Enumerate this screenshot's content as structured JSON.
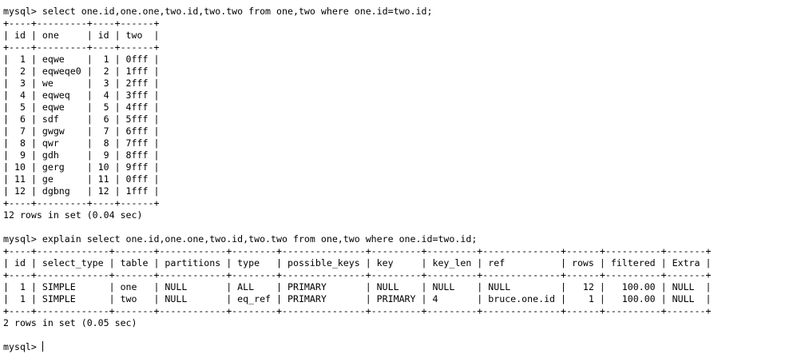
{
  "terminal": {
    "prompt": "mysql> ",
    "blocks": [
      {
        "command": "select one.id,one.one,two.id,two.two from one,two where one.id=two.id;",
        "table": {
          "columns": [
            "id",
            "one",
            "id",
            "two"
          ],
          "rows": [
            [
              "1",
              "eqwe",
              "1",
              "0fff"
            ],
            [
              "2",
              "eqweqe0",
              "2",
              "1fff"
            ],
            [
              "3",
              "we",
              "3",
              "2fff"
            ],
            [
              "4",
              "eqweq",
              "4",
              "3fff"
            ],
            [
              "5",
              "eqwe",
              "5",
              "4fff"
            ],
            [
              "6",
              "sdf",
              "6",
              "5fff"
            ],
            [
              "7",
              "gwgw",
              "7",
              "6fff"
            ],
            [
              "8",
              "qwr",
              "8",
              "7fff"
            ],
            [
              "9",
              "gdh",
              "9",
              "8fff"
            ],
            [
              "10",
              "gerg",
              "10",
              "9fff"
            ],
            [
              "11",
              "ge",
              "11",
              "0fff"
            ],
            [
              "12",
              "dgbng",
              "12",
              "1fff"
            ]
          ]
        },
        "footer": "12 rows in set (0.04 sec)"
      },
      {
        "command": "explain select one.id,one.one,two.id,two.two from one,two where one.id=two.id;",
        "table": {
          "columns": [
            "id",
            "select_type",
            "table",
            "partitions",
            "type",
            "possible_keys",
            "key",
            "key_len",
            "ref",
            "rows",
            "filtered",
            "Extra"
          ],
          "rows": [
            [
              "1",
              "SIMPLE",
              "one",
              "NULL",
              "ALL",
              "PRIMARY",
              "NULL",
              "NULL",
              "NULL",
              "12",
              "100.00",
              "NULL"
            ],
            [
              "1",
              "SIMPLE",
              "two",
              "NULL",
              "eq_ref",
              "PRIMARY",
              "PRIMARY",
              "4",
              "bruce.one.id",
              "1",
              "100.00",
              "NULL"
            ]
          ]
        },
        "footer": "2 rows in set (0.05 sec)"
      }
    ]
  }
}
